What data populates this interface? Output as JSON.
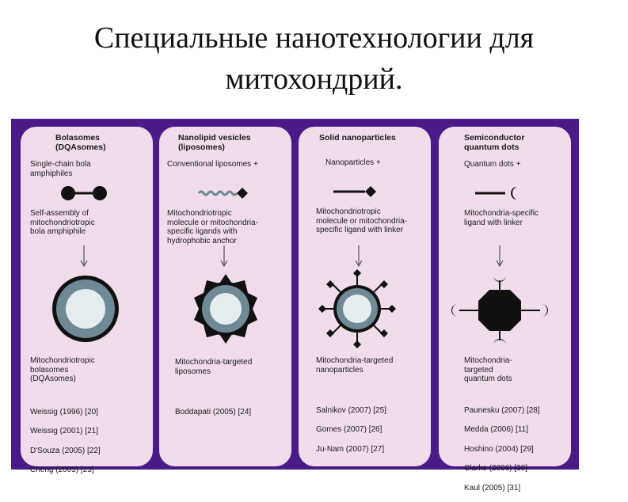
{
  "slide": {
    "title_line1": "Специальные нанотехнологии для",
    "title_line2": "митохондрий."
  },
  "columns": [
    {
      "heading": "Bolasomes\n(DQAsomes)",
      "component": "Single-chain bola\namphiphiles",
      "step": "Self-assembly of\nmitochondriotropic\nbola amphiphile",
      "result": "Mitochondriotropic\nbolasomes\n(DQAsomes)",
      "refs": [
        "Weissig (1996) [20]",
        "Weissig (2001) [21]",
        "D'Souza (2005) [22]",
        "Cheng (2005) [23]"
      ]
    },
    {
      "heading": "Nanolipid vesicles\n(liposomes)",
      "component": "Conventional liposomes +",
      "step": "Mitochondriotropic\nmolecule or mitochondria-\nspecific ligands with\nhydrophobic anchor",
      "result": "Mitochondria-targeted\nliposomes",
      "refs": [
        "Boddapati (2005) [24]"
      ]
    },
    {
      "heading": "Solid nanoparticles",
      "component": "Nanoparticles +",
      "step": "Mitochondriotropic\nmolecule or mitochondria-\nspecific ligand with linker",
      "result": "Mitochondria-targeted\nnanoparticles",
      "refs": [
        "Salnikov (2007) [25]",
        "Gomes (2007) [26]",
        "Ju-Nam (2007) [27]"
      ]
    },
    {
      "heading": "Semiconductor\nquantum dots",
      "component": "Quantum dots +",
      "step": "Mitochondria-specific\nligand with linker",
      "result": "Mitochondria-\ntargeted\nquantum dots",
      "refs": [
        "Paunesku (2007) [28]",
        "Medda (2006) [11]",
        "Hoshino (2004) [29]",
        "Clarke (2006) [30]",
        "Kaul (2005) [31]"
      ]
    }
  ],
  "colors": {
    "frame": "#4a1a86",
    "column_bg": "#f1dcec",
    "ring": "#6f8a96",
    "ring_light": "#e5edf1",
    "ink": "#111111"
  }
}
